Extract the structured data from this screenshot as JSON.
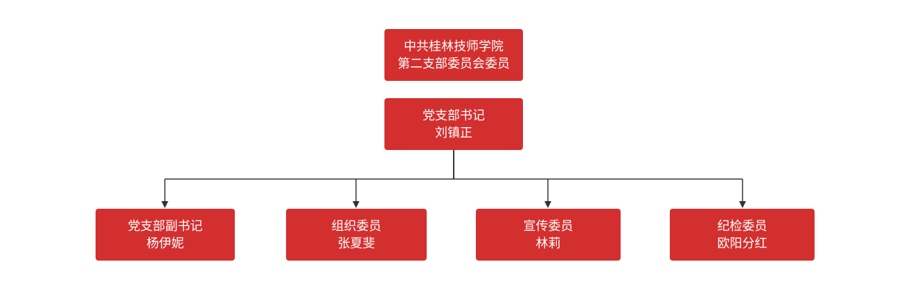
{
  "diagram": {
    "root": {
      "line1": "中共桂林技师学院",
      "line2": "第二支部委员会委员"
    },
    "secretary": {
      "line1": "党支部书记",
      "line2": "刘镇正"
    },
    "members": [
      {
        "line1": "党支部副书记",
        "line2": "杨伊妮"
      },
      {
        "line1": "组织委员",
        "line2": "张夏斐"
      },
      {
        "line1": "宣传委员",
        "line2": "林莉"
      },
      {
        "line1": "纪检委员",
        "line2": "欧阳分红"
      }
    ]
  },
  "colors": {
    "node_fill": "#d32f2f",
    "node_text": "#ffffff",
    "connector": "#333333"
  }
}
